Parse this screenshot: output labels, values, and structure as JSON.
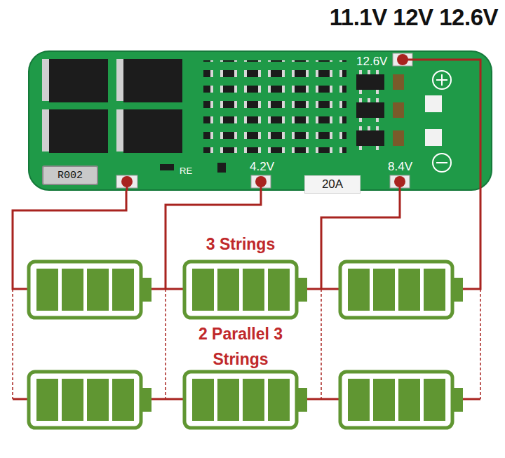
{
  "diagram": {
    "title": "11.1V 12V 12.6V",
    "nodes": [
      {
        "text": [
          "12.6V",
          "4.2V",
          "8.4V"
        ]
      },
      {
        "text": [
          "20A"
        ],
        "in": 0
      },
      {
        "text": [
          "R002"
        ],
        "in": 0
      }
    ],
    "labels": [
      "RE",
      "3 Strings",
      "2 Parallel 3 Strings"
    ]
  }
}
